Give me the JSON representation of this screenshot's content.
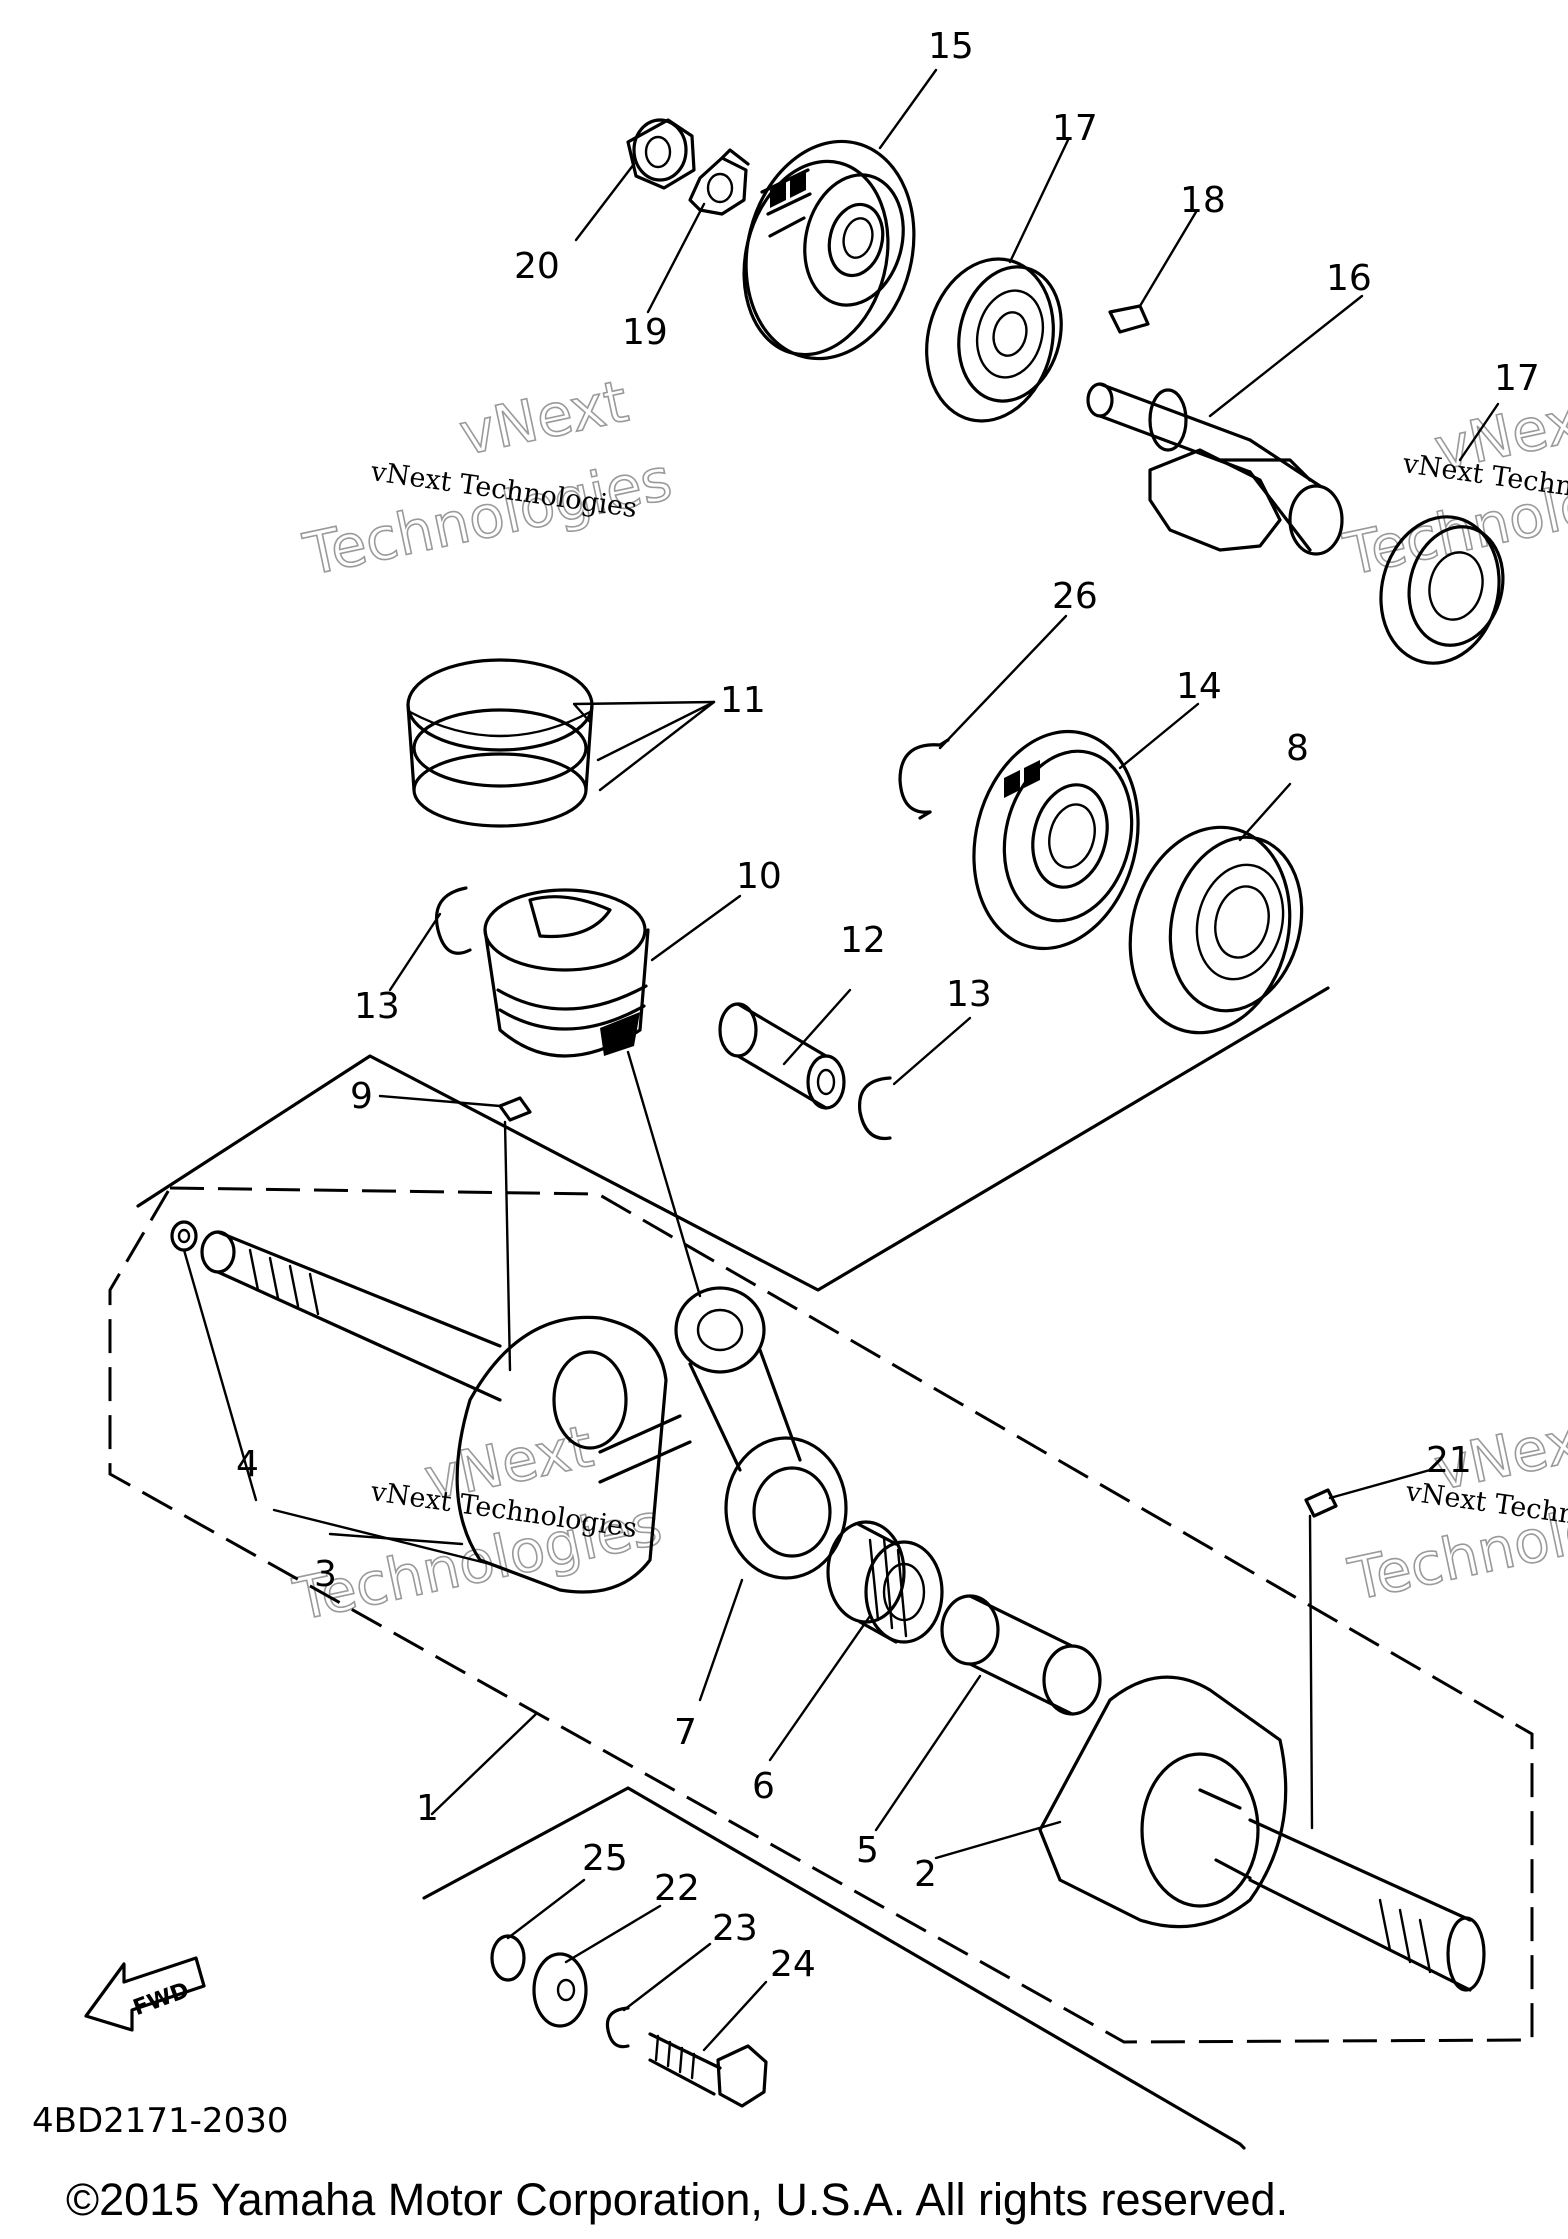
{
  "callouts": {
    "n1": "1",
    "n2": "2",
    "n3": "3",
    "n4": "4",
    "n5": "5",
    "n6": "6",
    "n7": "7",
    "n8": "8",
    "n9": "9",
    "n10": "10",
    "n11": "11",
    "n12": "12",
    "n13a": "13",
    "n13b": "13",
    "n14": "14",
    "n15": "15",
    "n16": "16",
    "n17a": "17",
    "n17b": "17",
    "n18": "18",
    "n19": "19",
    "n20": "20",
    "n21": "21",
    "n22": "22",
    "n23": "23",
    "n24": "24",
    "n25": "25",
    "n26": "26"
  },
  "watermark": {
    "line1": "vNext Technologies",
    "line2": "vNext",
    "line3": "Technologies"
  },
  "fwd_label": "FWD",
  "diagram_code": "4BD2171-2030",
  "copyright": "©2015 Yamaha Motor Corporation, U.S.A. All rights reserved."
}
